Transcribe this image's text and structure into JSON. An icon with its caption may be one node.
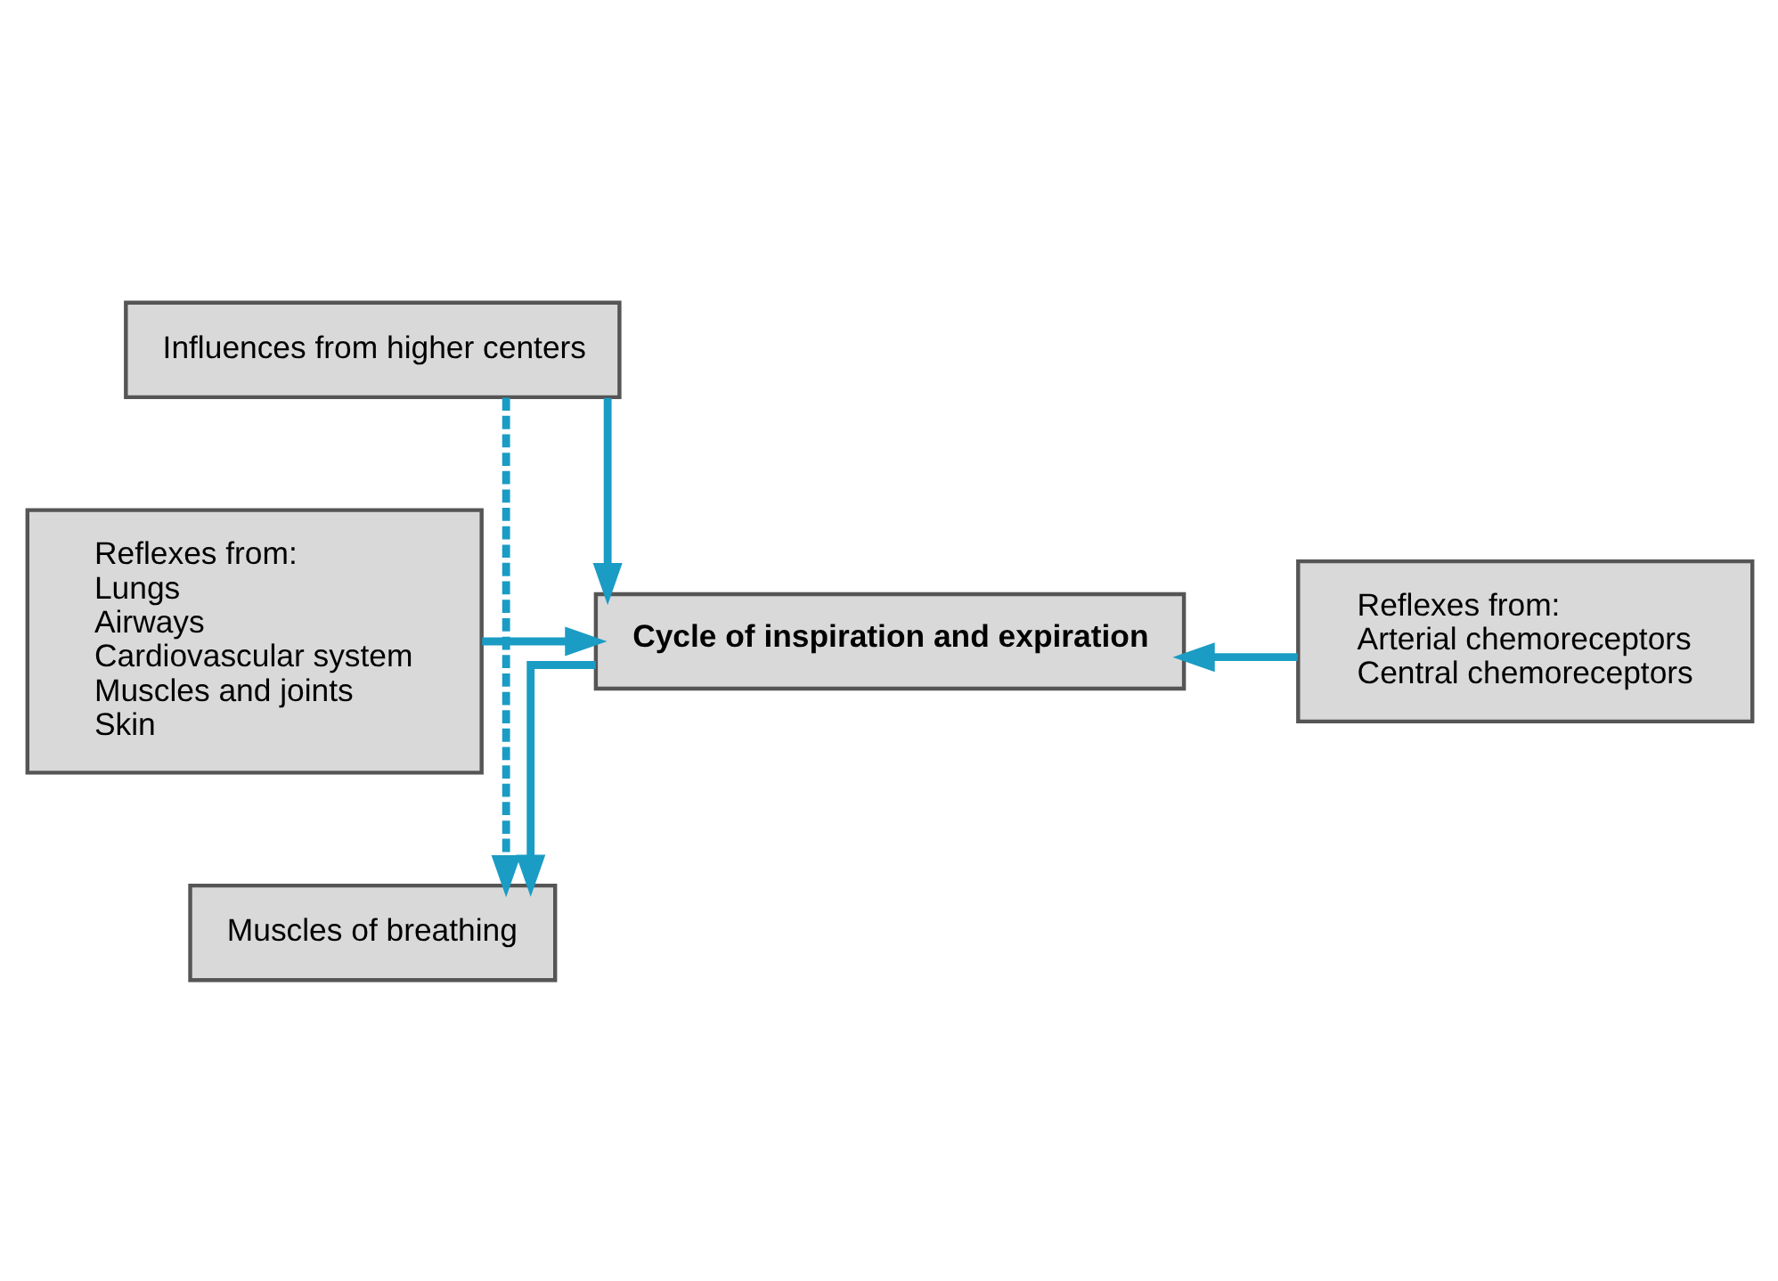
{
  "diagram": {
    "nodes": [
      {
        "text": [
          "Influences from higher centers"
        ]
      },
      {
        "text": [
          "Cycle of inspiration and expiration"
        ]
      },
      {
        "text": [
          "Reflexes from:",
          "Lungs",
          "Airways",
          "Cardiovascular system",
          "Muscles and joints",
          "Skin"
        ]
      },
      {
        "text": [
          "Reflexes from:",
          "Arterial chemoreceptors",
          "Central chemoreceptors"
        ]
      },
      {
        "text": [
          "Muscles of breathing"
        ]
      }
    ],
    "edges": [
      {
        "from": 0,
        "to": 1,
        "arrow": "to"
      },
      {
        "from": 2,
        "to": 1,
        "arrow": "to"
      },
      {
        "from": 3,
        "to": 1,
        "arrow": "to"
      },
      {
        "from": 1,
        "to": 4,
        "arrow": "to"
      },
      {
        "from": 0,
        "to": 4,
        "arrow": "to",
        "style": "dashed"
      }
    ]
  }
}
